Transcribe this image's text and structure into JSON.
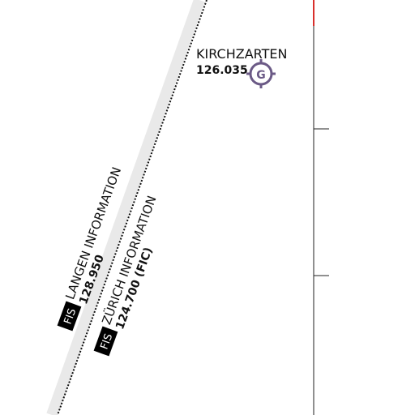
{
  "airfield": {
    "name": "KIRCHZARTEN",
    "frequency": "126.035",
    "symbol_letter": "G",
    "symbol_color": "#6b5a86"
  },
  "fis_langen": {
    "badge": "FIS",
    "name": "LANGEN INFORMATION",
    "frequency": "128.950"
  },
  "fis_zurich": {
    "badge": "FIS",
    "name": "ZÜRICH INFORMATION",
    "frequency": "124.700 (FIC)"
  },
  "colors": {
    "boundary_band": "#e9e9e9",
    "boundary_dots": "#111111",
    "grid_line": "#222222",
    "red_marker": "#d9302c",
    "badge_bg": "#000000",
    "badge_fg": "#ffffff"
  }
}
